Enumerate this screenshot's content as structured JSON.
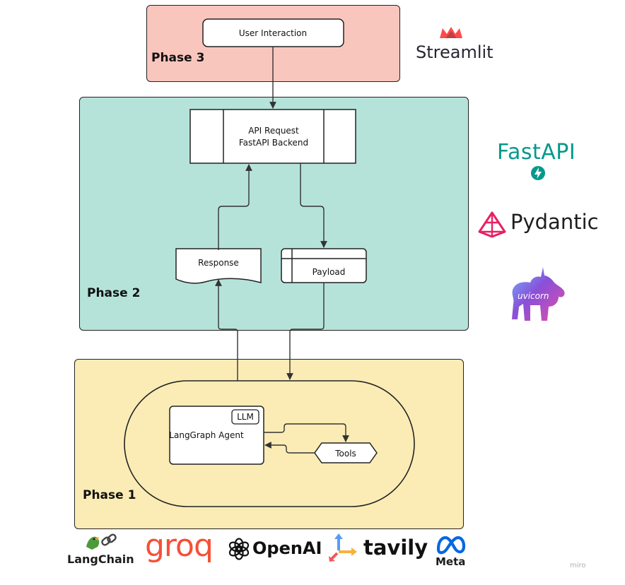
{
  "phases": {
    "phase3": {
      "label": "Phase 3",
      "color": "#f9c6bd"
    },
    "phase2": {
      "label": "Phase 2",
      "color": "#b5e3da"
    },
    "phase1": {
      "label": "Phase 1",
      "color": "#fbecb6"
    }
  },
  "nodes": {
    "user_interaction": "User Interaction",
    "api_request_line1": "API Request",
    "api_request_line2": "FastAPI Backend",
    "response": "Response",
    "payload": "Payload",
    "agent": "LangGraph Agent",
    "llm": "LLM",
    "tools": "Tools"
  },
  "logos": {
    "streamlit": "Streamlit",
    "fastapi": "FastAPI",
    "pydantic": "Pydantic",
    "uvicorn": "uvicorn",
    "langchain": "LangChain",
    "groq": "groq",
    "openai": "OpenAI",
    "tavily": "tavily",
    "meta": "Meta"
  },
  "watermark": "miro",
  "colors": {
    "streamlit": "#ff4b4b",
    "fastapi": "#05998b",
    "pydantic": "#e92063",
    "groq": "#f55036",
    "meta": "#0668e1"
  }
}
